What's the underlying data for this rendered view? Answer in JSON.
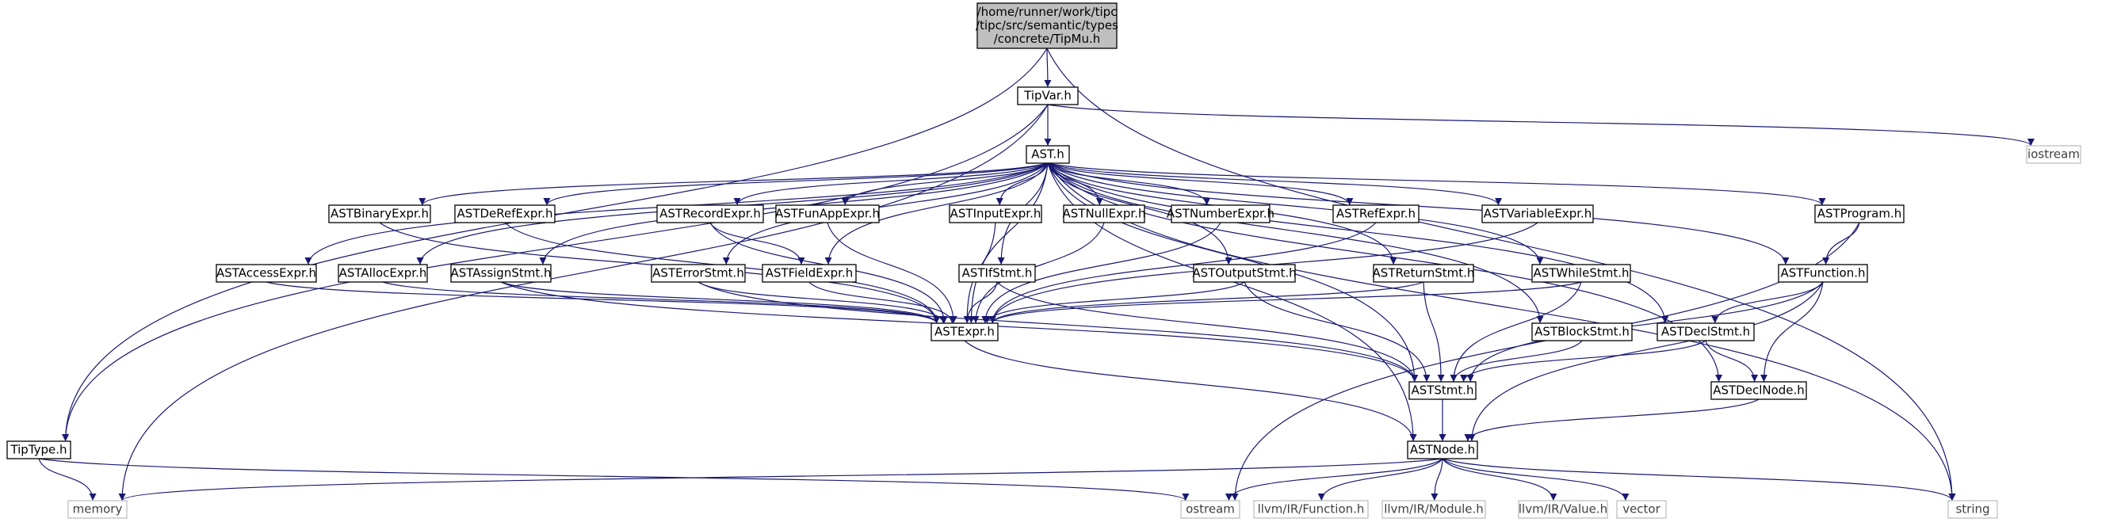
{
  "colors": {
    "edge": "#191970",
    "root_fill": "#bfbfbf",
    "root_stroke": "#000000",
    "local_fill": "#ffffff",
    "local_stroke": "#000000",
    "external_fill": "#ffffff",
    "external_stroke": "#bfbfbf",
    "local_text": "#000000",
    "external_text": "#404040"
  },
  "nodes": [
    {
      "id": "root",
      "kind": "root",
      "lines": [
        "/home/runner/work/tipc",
        "/tipc/src/semantic/types",
        "/concrete/TipMu.h"
      ]
    },
    {
      "id": "tipvar",
      "kind": "local",
      "lines": [
        "TipVar.h"
      ]
    },
    {
      "id": "ast",
      "kind": "local",
      "lines": [
        "AST.h"
      ]
    },
    {
      "id": "iostream",
      "kind": "external",
      "lines": [
        "iostream"
      ]
    },
    {
      "id": "binary",
      "kind": "local",
      "lines": [
        "ASTBinaryExpr.h"
      ]
    },
    {
      "id": "deref",
      "kind": "local",
      "lines": [
        "ASTDeRefExpr.h"
      ]
    },
    {
      "id": "record",
      "kind": "local",
      "lines": [
        "ASTRecordExpr.h"
      ]
    },
    {
      "id": "funapp",
      "kind": "local",
      "lines": [
        "ASTFunAppExpr.h"
      ]
    },
    {
      "id": "input",
      "kind": "local",
      "lines": [
        "ASTInputExpr.h"
      ]
    },
    {
      "id": "null",
      "kind": "local",
      "lines": [
        "ASTNullExpr.h"
      ]
    },
    {
      "id": "number",
      "kind": "local",
      "lines": [
        "ASTNumberExpr.h"
      ]
    },
    {
      "id": "ref",
      "kind": "local",
      "lines": [
        "ASTRefExpr.h"
      ]
    },
    {
      "id": "variable",
      "kind": "local",
      "lines": [
        "ASTVariableExpr.h"
      ]
    },
    {
      "id": "program",
      "kind": "local",
      "lines": [
        "ASTProgram.h"
      ]
    },
    {
      "id": "access",
      "kind": "local",
      "lines": [
        "ASTAccessExpr.h"
      ]
    },
    {
      "id": "alloc",
      "kind": "local",
      "lines": [
        "ASTAllocExpr.h"
      ]
    },
    {
      "id": "assign",
      "kind": "local",
      "lines": [
        "ASTAssignStmt.h"
      ]
    },
    {
      "id": "error",
      "kind": "local",
      "lines": [
        "ASTErrorStmt.h"
      ]
    },
    {
      "id": "field",
      "kind": "local",
      "lines": [
        "ASTFieldExpr.h"
      ]
    },
    {
      "id": "if",
      "kind": "local",
      "lines": [
        "ASTIfStmt.h"
      ]
    },
    {
      "id": "output",
      "kind": "local",
      "lines": [
        "ASTOutputStmt.h"
      ]
    },
    {
      "id": "return",
      "kind": "local",
      "lines": [
        "ASTReturnStmt.h"
      ]
    },
    {
      "id": "while",
      "kind": "local",
      "lines": [
        "ASTWhileStmt.h"
      ]
    },
    {
      "id": "function",
      "kind": "local",
      "lines": [
        "ASTFunction.h"
      ]
    },
    {
      "id": "expr",
      "kind": "local",
      "lines": [
        "ASTExpr.h"
      ]
    },
    {
      "id": "block",
      "kind": "local",
      "lines": [
        "ASTBlockStmt.h"
      ]
    },
    {
      "id": "decl",
      "kind": "local",
      "lines": [
        "ASTDeclStmt.h"
      ]
    },
    {
      "id": "stmt",
      "kind": "local",
      "lines": [
        "ASTStmt.h"
      ]
    },
    {
      "id": "declnode",
      "kind": "local",
      "lines": [
        "ASTDeclNode.h"
      ]
    },
    {
      "id": "tiptype",
      "kind": "local",
      "lines": [
        "TipType.h"
      ]
    },
    {
      "id": "astnode",
      "kind": "local",
      "lines": [
        "ASTNode.h"
      ]
    },
    {
      "id": "memory",
      "kind": "external",
      "lines": [
        "memory"
      ]
    },
    {
      "id": "ostream",
      "kind": "external",
      "lines": [
        "ostream"
      ]
    },
    {
      "id": "llvmfunc",
      "kind": "external",
      "lines": [
        "llvm/IR/Function.h"
      ]
    },
    {
      "id": "llvmmod",
      "kind": "external",
      "lines": [
        "llvm/IR/Module.h"
      ]
    },
    {
      "id": "llvmval",
      "kind": "external",
      "lines": [
        "llvm/IR/Value.h"
      ]
    },
    {
      "id": "vector",
      "kind": "external",
      "lines": [
        "vector"
      ]
    },
    {
      "id": "string",
      "kind": "external",
      "lines": [
        "string"
      ]
    }
  ],
  "edges": [
    [
      "root",
      "tipvar"
    ],
    [
      "root",
      "tiptype"
    ],
    [
      "root",
      "string"
    ],
    [
      "tipvar",
      "ast"
    ],
    [
      "tipvar",
      "tiptype"
    ],
    [
      "tipvar",
      "iostream"
    ],
    [
      "tipvar",
      "memory"
    ],
    [
      "ast",
      "binary"
    ],
    [
      "ast",
      "deref"
    ],
    [
      "ast",
      "record"
    ],
    [
      "ast",
      "funapp"
    ],
    [
      "ast",
      "input"
    ],
    [
      "ast",
      "null"
    ],
    [
      "ast",
      "number"
    ],
    [
      "ast",
      "ref"
    ],
    [
      "ast",
      "variable"
    ],
    [
      "ast",
      "program"
    ],
    [
      "ast",
      "access"
    ],
    [
      "ast",
      "alloc"
    ],
    [
      "ast",
      "assign"
    ],
    [
      "ast",
      "error"
    ],
    [
      "ast",
      "field"
    ],
    [
      "ast",
      "if"
    ],
    [
      "ast",
      "output"
    ],
    [
      "ast",
      "return"
    ],
    [
      "ast",
      "while"
    ],
    [
      "ast",
      "function"
    ],
    [
      "ast",
      "expr"
    ],
    [
      "ast",
      "block"
    ],
    [
      "ast",
      "decl"
    ],
    [
      "ast",
      "stmt"
    ],
    [
      "ast",
      "declnode"
    ],
    [
      "ast",
      "astnode"
    ],
    [
      "ast",
      "string"
    ],
    [
      "binary",
      "expr"
    ],
    [
      "deref",
      "expr"
    ],
    [
      "record",
      "field"
    ],
    [
      "record",
      "expr"
    ],
    [
      "funapp",
      "expr"
    ],
    [
      "input",
      "expr"
    ],
    [
      "null",
      "expr"
    ],
    [
      "number",
      "expr"
    ],
    [
      "ref",
      "expr"
    ],
    [
      "variable",
      "expr"
    ],
    [
      "program",
      "function"
    ],
    [
      "program",
      "ostream"
    ],
    [
      "access",
      "expr"
    ],
    [
      "alloc",
      "expr"
    ],
    [
      "assign",
      "expr"
    ],
    [
      "assign",
      "stmt"
    ],
    [
      "error",
      "expr"
    ],
    [
      "error",
      "stmt"
    ],
    [
      "field",
      "expr"
    ],
    [
      "if",
      "expr"
    ],
    [
      "if",
      "stmt"
    ],
    [
      "output",
      "expr"
    ],
    [
      "output",
      "stmt"
    ],
    [
      "return",
      "expr"
    ],
    [
      "return",
      "stmt"
    ],
    [
      "while",
      "expr"
    ],
    [
      "while",
      "stmt"
    ],
    [
      "function",
      "decl"
    ],
    [
      "function",
      "declnode"
    ],
    [
      "function",
      "stmt"
    ],
    [
      "function",
      "astnode"
    ],
    [
      "expr",
      "astnode"
    ],
    [
      "block",
      "stmt"
    ],
    [
      "decl",
      "stmt"
    ],
    [
      "decl",
      "declnode"
    ],
    [
      "stmt",
      "astnode"
    ],
    [
      "declnode",
      "astnode"
    ],
    [
      "tiptype",
      "memory"
    ],
    [
      "tiptype",
      "ostream"
    ],
    [
      "astnode",
      "memory"
    ],
    [
      "astnode",
      "ostream"
    ],
    [
      "astnode",
      "llvmfunc"
    ],
    [
      "astnode",
      "llvmmod"
    ],
    [
      "astnode",
      "llvmval"
    ],
    [
      "astnode",
      "vector"
    ],
    [
      "astnode",
      "string"
    ]
  ]
}
